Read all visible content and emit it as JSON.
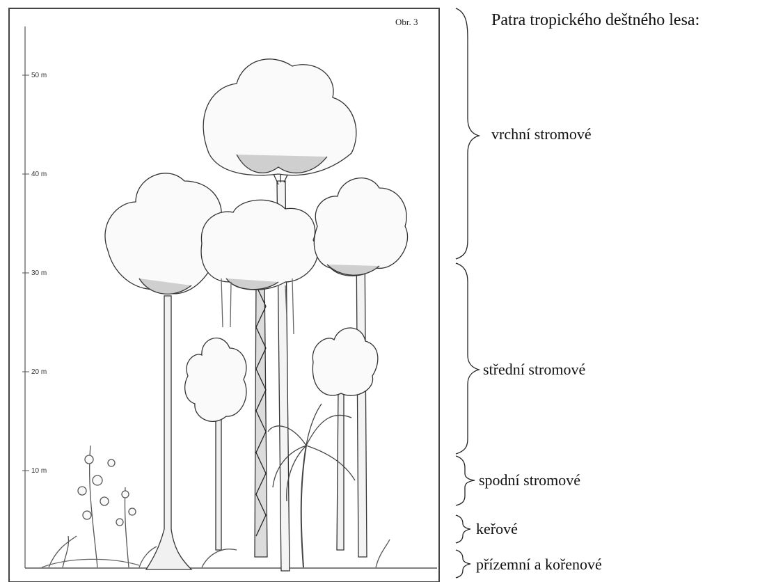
{
  "figure": {
    "label": "Obr. 3",
    "scale_ticks": [
      "50 m",
      "40 m",
      "30 m",
      "20 m",
      "10 m"
    ]
  },
  "heading": "Patra tropického deštného lesa:",
  "layers": [
    {
      "name": "vrchní stromové"
    },
    {
      "name": "střední stromové"
    },
    {
      "name": "spodní stromové"
    },
    {
      "name": "keřové"
    },
    {
      "name": "přízemní a kořenové"
    }
  ]
}
